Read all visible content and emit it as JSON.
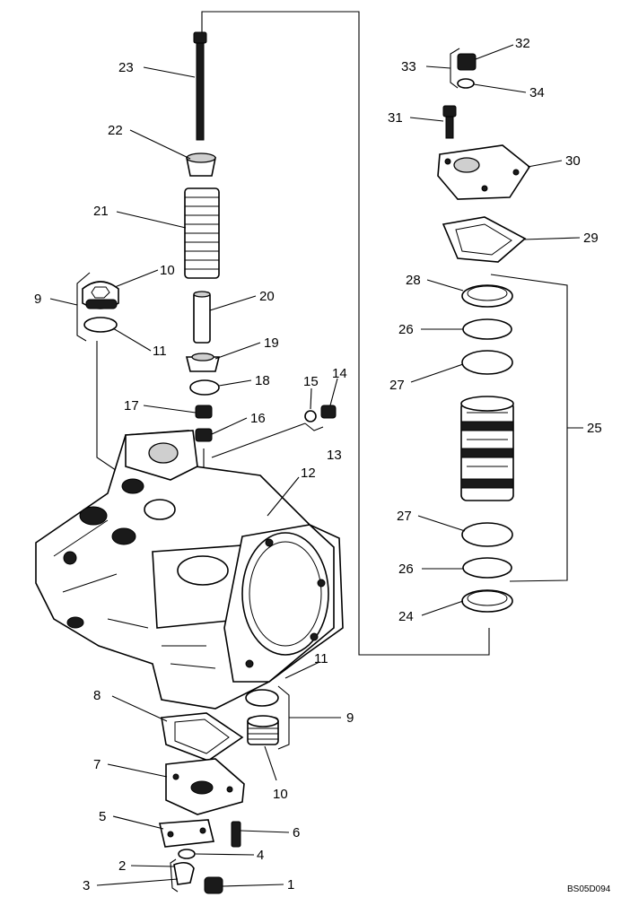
{
  "callouts": {
    "c1": "1",
    "c2": "2",
    "c3": "3",
    "c4": "4",
    "c5": "5",
    "c6": "6",
    "c7": "7",
    "c8": "8",
    "c9a": "9",
    "c9b": "9",
    "c10a": "10",
    "c10b": "10",
    "c11a": "11",
    "c11b": "11",
    "c12": "12",
    "c13": "13",
    "c14": "14",
    "c15": "15",
    "c16": "16",
    "c17": "17",
    "c18": "18",
    "c19": "19",
    "c20": "20",
    "c21": "21",
    "c22": "22",
    "c23": "23",
    "c24": "24",
    "c25": "25",
    "c26a": "26",
    "c26b": "26",
    "c27a": "27",
    "c27b": "27",
    "c28": "28",
    "c29": "29",
    "c30": "30",
    "c31": "31",
    "c32": "32",
    "c33": "33",
    "c34": "34"
  },
  "drawing_code": "BS05D094"
}
